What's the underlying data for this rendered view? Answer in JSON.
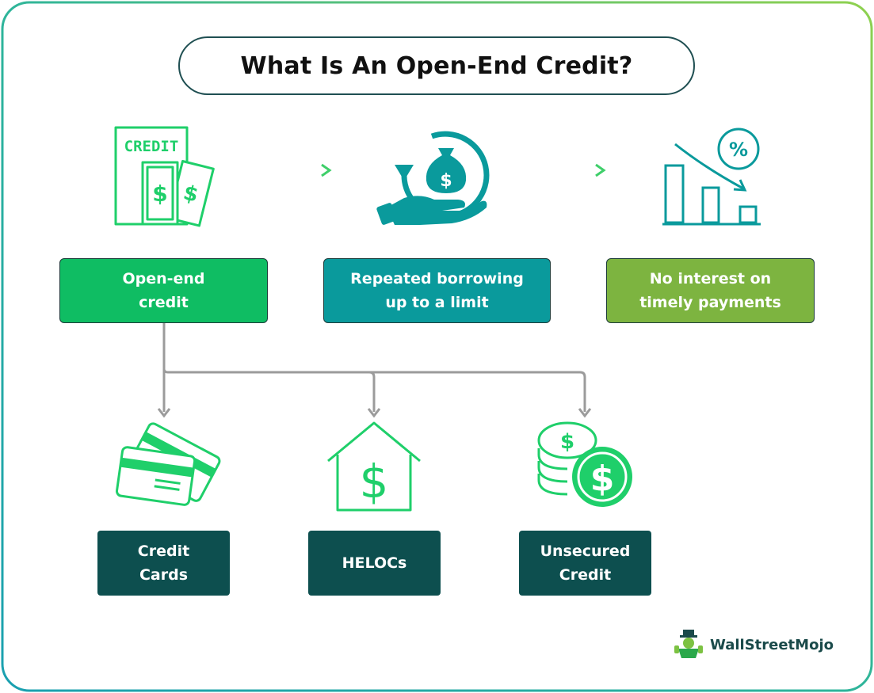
{
  "title": "What Is An Open-End Credit?",
  "flow": [
    {
      "label": "Open-end credit",
      "line1": "Open-end",
      "line2": "credit",
      "color": "#0fbd63",
      "icon": "credit-document-icon"
    },
    {
      "label": "Repeated borrowing up to a limit",
      "line1": "Repeated borrowing",
      "line2": "up to a limit",
      "color": "#0a9a9c",
      "icon": "money-cycle-hand-icon"
    },
    {
      "label": "No interest on timely payments",
      "line1": "No interest on",
      "line2": "timely payments",
      "color": "#7db440",
      "icon": "declining-interest-chart-icon"
    }
  ],
  "types": [
    {
      "line1": "Credit",
      "line2": "Cards",
      "icon": "credit-cards-icon"
    },
    {
      "line1": "HELOCs",
      "line2": "",
      "icon": "house-dollar-icon"
    },
    {
      "line1": "Unsecured",
      "line2": "Credit",
      "icon": "coins-stack-icon"
    }
  ],
  "icon_labels": {
    "credit_doc": "CREDIT",
    "percent": "%"
  },
  "brand": "WallStreetMojo",
  "colors": {
    "icon_green": "#1fcf6a",
    "icon_teal": "#0a9a9c",
    "dark_teal": "#0d4f4f",
    "connector_gray": "#9b9b9b",
    "border_gradient_start": "#1aa0b0",
    "border_gradient_end": "#8fd14f"
  }
}
